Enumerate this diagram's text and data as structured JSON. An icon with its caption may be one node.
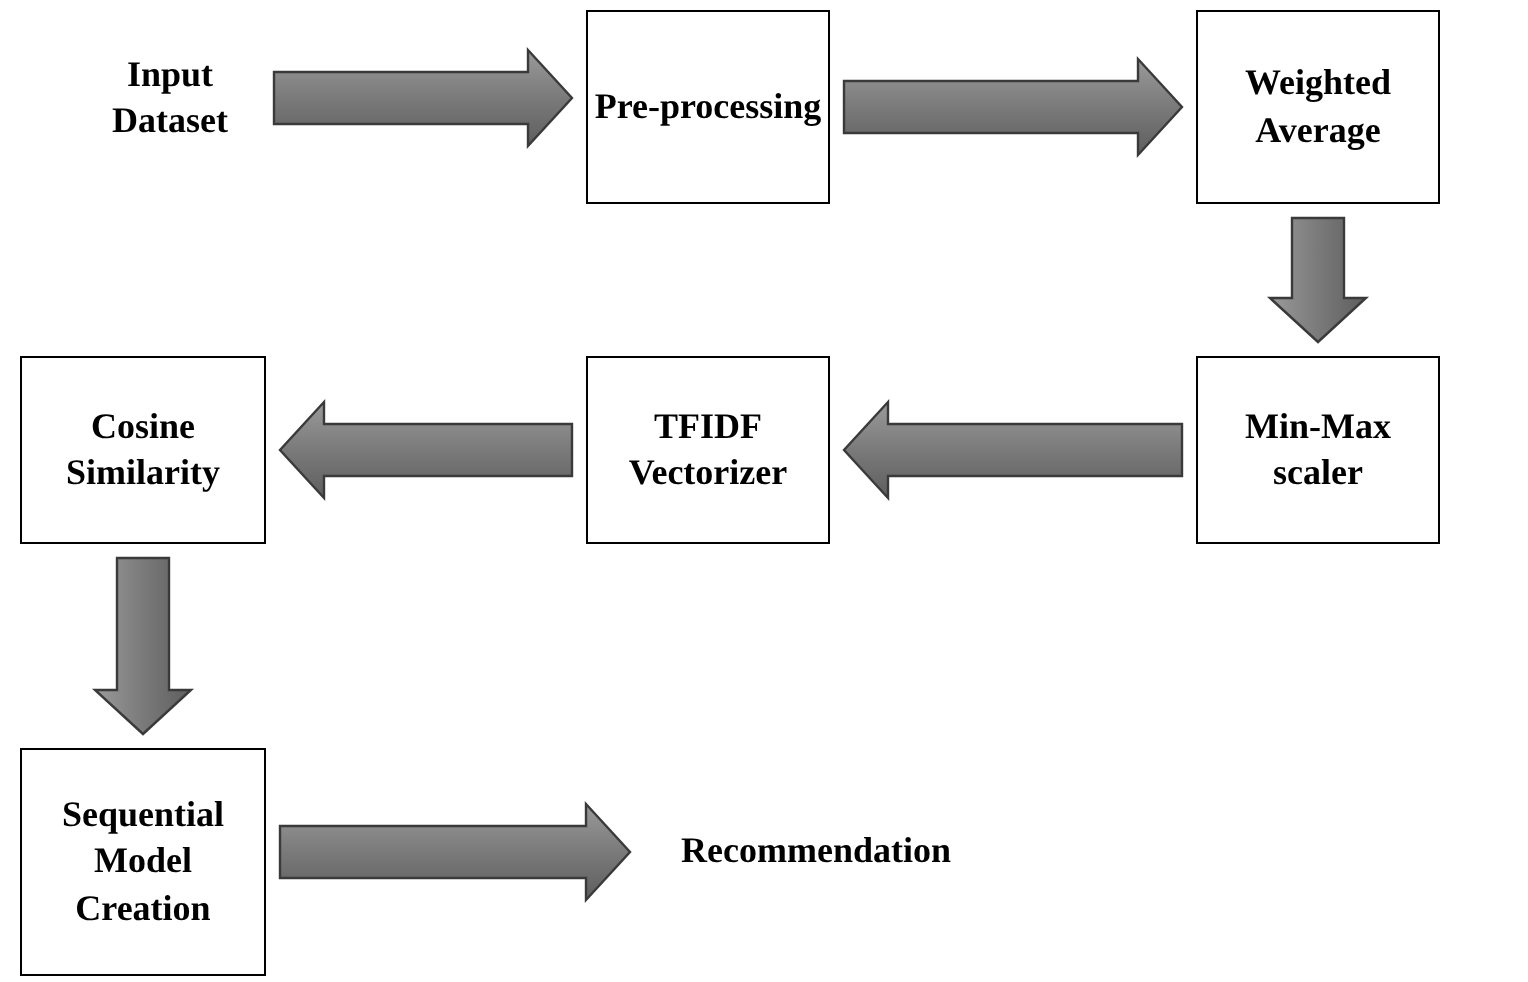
{
  "diagram": {
    "nodes": [
      {
        "text": [
          "Input Dataset"
        ]
      },
      {
        "text": [
          "Pre-processing"
        ]
      },
      {
        "text": [
          "Weighted Average"
        ]
      },
      {
        "text": [
          "Min-Max scaler"
        ]
      },
      {
        "text": [
          "TFIDF Vectorizer"
        ]
      },
      {
        "text": [
          "Cosine Similarity"
        ]
      },
      {
        "text": [
          "Sequential Model Creation"
        ]
      },
      {
        "text": [
          "Recommendation"
        ]
      }
    ],
    "edges": [
      {
        "from": 0,
        "to": 1,
        "arrow": "to"
      },
      {
        "from": 1,
        "to": 2,
        "arrow": "to"
      },
      {
        "from": 2,
        "to": 3,
        "arrow": "to"
      },
      {
        "from": 3,
        "to": 4,
        "arrow": "to"
      },
      {
        "from": 4,
        "to": 5,
        "arrow": "to"
      },
      {
        "from": 5,
        "to": 6,
        "arrow": "to"
      },
      {
        "from": 6,
        "to": 7,
        "arrow": "to"
      }
    ]
  }
}
